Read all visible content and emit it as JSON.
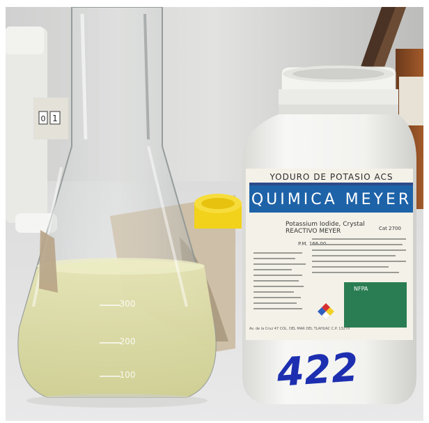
{
  "photo": {
    "left_jug": {
      "tag": "1",
      "tag_prefix": "0"
    },
    "bottle": {
      "label_title": "YODURO DE POTASIO ACS",
      "brand": "QUIMICA MEYER",
      "subtitle": "Potassium Iodide, Crystal",
      "subtitle2": "REACTIVO MEYER",
      "cat": "Cat 2700",
      "pm": "P.M. 166.00",
      "nfpa": "NFPA",
      "handwritten_number": "422",
      "footer": "Av. de la Cruz 47 COL. DEL MAR DEL TLAHUAC C.P. 13270"
    },
    "flask": {
      "graduations": [
        "300",
        "200",
        "100"
      ]
    },
    "colors": {
      "solution": "#d8d7a0",
      "bottle_blue": "#1e63a8",
      "cap_yellow": "#f2d21a",
      "marker_blue": "#1d2fb0"
    }
  }
}
